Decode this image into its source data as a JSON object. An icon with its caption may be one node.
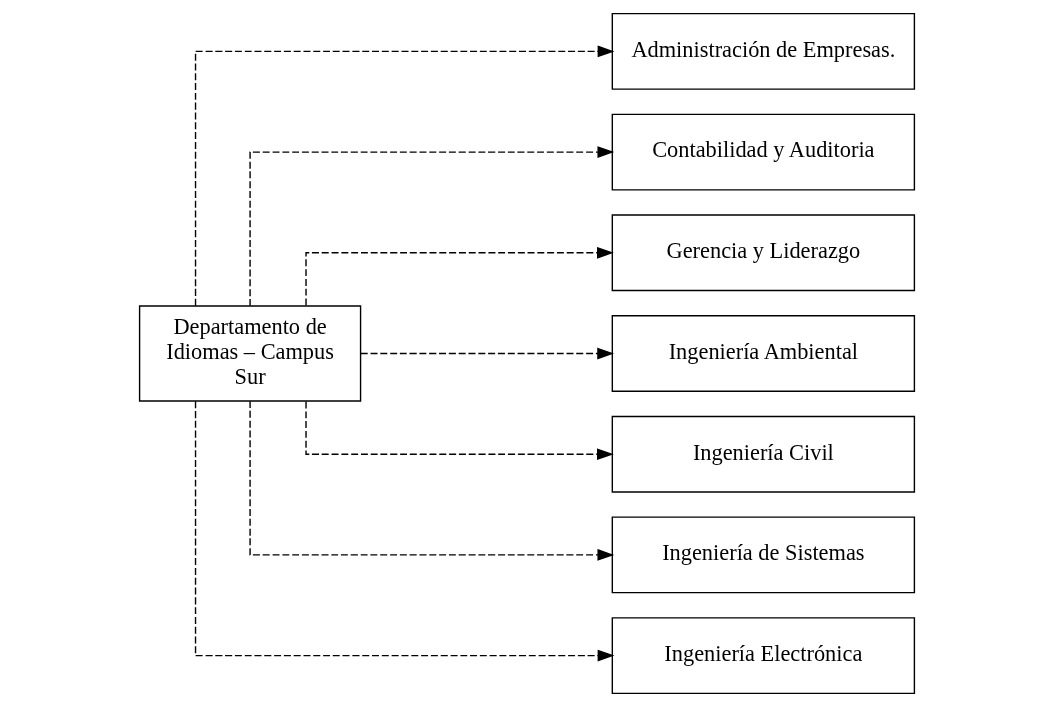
{
  "diagram": {
    "nodes": [
      {
        "text": [
          "Departamento de Idiomas – Campus Sur"
        ]
      },
      {
        "text": [
          "Administración de Empresas."
        ]
      },
      {
        "text": [
          "Contabilidad y Auditoria"
        ]
      },
      {
        "text": [
          "Gerencia y Liderazgo"
        ]
      },
      {
        "text": [
          "Ingeniería Ambiental"
        ]
      },
      {
        "text": [
          "Ingeniería Civil"
        ]
      },
      {
        "text": [
          "Ingeniería de Sistemas"
        ]
      },
      {
        "text": [
          "Ingeniería Electrónica"
        ]
      }
    ],
    "edges": [
      {
        "from": 0,
        "to": 1,
        "arrow": "to",
        "style": "dashed"
      },
      {
        "from": 0,
        "to": 2,
        "arrow": "to",
        "style": "dashed"
      },
      {
        "from": 0,
        "to": 3,
        "arrow": "to",
        "style": "dashed"
      },
      {
        "from": 0,
        "to": 4,
        "arrow": "to",
        "style": "dashed"
      },
      {
        "from": 0,
        "to": 5,
        "arrow": "to",
        "style": "dashed"
      },
      {
        "from": 0,
        "to": 6,
        "arrow": "to",
        "style": "dashed"
      },
      {
        "from": 0,
        "to": 7,
        "arrow": "to",
        "style": "dashed"
      }
    ]
  }
}
